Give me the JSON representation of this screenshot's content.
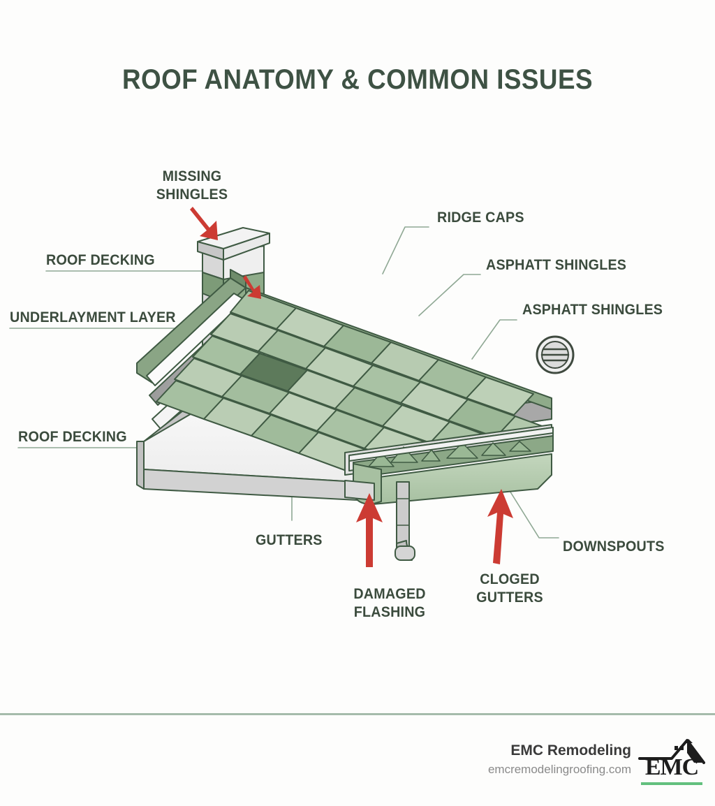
{
  "page": {
    "background_color": "#fdfdfc",
    "accent_green": "#3e5244",
    "arrow_red": "#cc3b33",
    "shingle_light": "#b9cdb4",
    "shingle_mid": "#9db798",
    "shingle_dark": "#5d7a5b",
    "divider_color": "#a5bbab"
  },
  "title": "ROOF ANATOMY & COMMON ISSUES",
  "labels": {
    "missing_shingles": {
      "line1": "MISSING",
      "line2": "SHINGLES"
    },
    "roof_decking_top": "ROOF DECKING",
    "underlayment_layer": "UNDERLAYMENT LAYER",
    "roof_decking_bottom": "ROOF DECKING",
    "ridge_caps": "RIDGE CAPS",
    "asphalt_shingles_upper": "ASPHATT SHINGLES",
    "asphalt_shingles_lower": "ASPHATT SHINGLES",
    "gutters": "GUTTERS",
    "damaged_flashing": {
      "line1": "DAMAGED",
      "line2": "FLASHING"
    },
    "cloged_gutters": {
      "line1": "CLOGED",
      "line2": "GUTTERS"
    },
    "downspouts": "DOWNSPOUTS"
  },
  "footer": {
    "company": "EMC Remodeling",
    "website": "emcremodelingroofing.com",
    "logo_text": "EMC"
  }
}
